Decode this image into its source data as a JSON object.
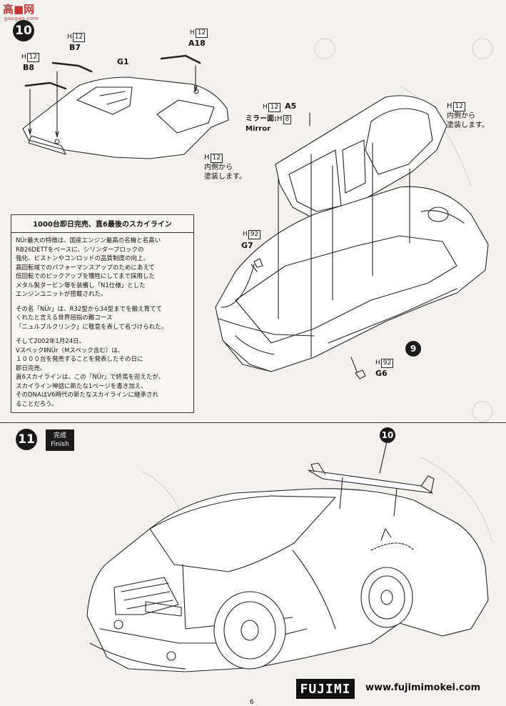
{
  "watermark": {
    "text": "高■网",
    "sub": "gaogao.com"
  },
  "step10": {
    "number": "10",
    "parts": {
      "b8": {
        "code": "B8",
        "paint": "12"
      },
      "b7": {
        "code": "B7",
        "paint": "12"
      },
      "g1": {
        "code": "G1"
      },
      "a18": {
        "code": "A18",
        "paint": "12"
      },
      "a5": {
        "code": "A5",
        "paint": "12"
      },
      "g7": {
        "code": "G7",
        "paint": "92"
      },
      "g6": {
        "code": "G6",
        "paint": "92"
      }
    },
    "mirror_label": "ミラー面:",
    "mirror_paint": "8",
    "mirror_en": "Mirror",
    "inner_paint_left": {
      "paint": "12",
      "line1": "内側から",
      "line2": "塗装します。"
    },
    "inner_paint_right": {
      "paint": "12",
      "line1": "内側から",
      "line2": "塗装します。"
    },
    "ref_step": "9",
    "paint_prefix": "H"
  },
  "info": {
    "title": "1000台即日完売、直6最後のスカイライン",
    "p1": [
      "NÜr最大の特徴は、国産エンジン最高の名機と名高い",
      "RB26DETTをベースに、シリンダーブロックの",
      "強化、ピストンやコンロッドの品質制度の向上、",
      "高回転域でのパフォーマンスアップのためにあえて",
      "低回転でのピックアップを犠牲にしてまで採用した",
      "メタル製タービン等を装備し「N1仕様」とした",
      "エンジンユニットが搭載された。"
    ],
    "p2": [
      "その名「NÜr」は、R32型から34型までを鍛え育てて",
      "くれたと言える世界屈指の難コース",
      "「ニュルブルクリンク」に敬意を表して名づけられた。"
    ],
    "p3": [
      "そして2002年1月24日、",
      "VスペックⅡNÜr（Mスペック含む）は、",
      "１０００台を発売することを発表したその日に",
      "即日完売。",
      "直6スカイラインは、この「NÜr」で終焉を迎えたが、",
      "スカイライン神話に新たな1ページを書き加え、",
      "そのDNAはV6時代の新たなスカイラインに継承され",
      "ることだろう。"
    ]
  },
  "step11": {
    "number": "11",
    "finish_ja": "完成",
    "finish_en": "Finish",
    "ref_step": "10"
  },
  "footer": {
    "brand": "FUJIMI",
    "url": "www.fujimimokei.com",
    "page": "6"
  }
}
